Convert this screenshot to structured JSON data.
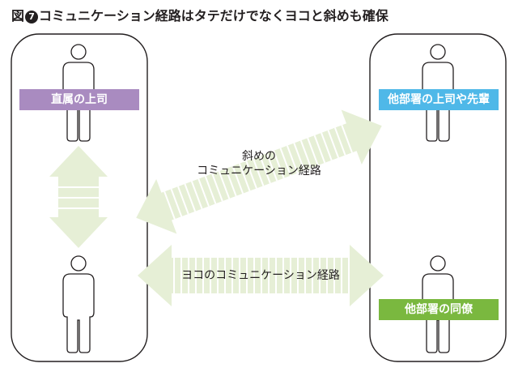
{
  "title": {
    "prefix": "図",
    "number": "7",
    "text": "コミュニケーション経路はタテだけでなくヨコと斜めも確保"
  },
  "colors": {
    "box_stroke": "#231f20",
    "arrow_fill": "#e6efd6",
    "arrow_stripe": "#ffffff",
    "direct_boss": "#a98bc0",
    "other_dept_boss": "#4fb8e8",
    "other_dept_peer": "#7ab83f"
  },
  "groups": [
    {
      "id": "own-department",
      "people": 2
    },
    {
      "id": "other-department",
      "people": 2
    }
  ],
  "labels": {
    "direct_boss": "直属の上司",
    "other_dept_boss": "他部署の上司や先輩",
    "other_dept_peer": "他部署の同僚"
  },
  "arrows": {
    "vertical": {
      "direction": "both",
      "label": ""
    },
    "diagonal": {
      "direction": "both",
      "label_line1": "斜めの",
      "label_line2": "コミュニケーション経路"
    },
    "horizontal": {
      "direction": "both",
      "label": "ヨコのコミュニケーション経路"
    }
  }
}
